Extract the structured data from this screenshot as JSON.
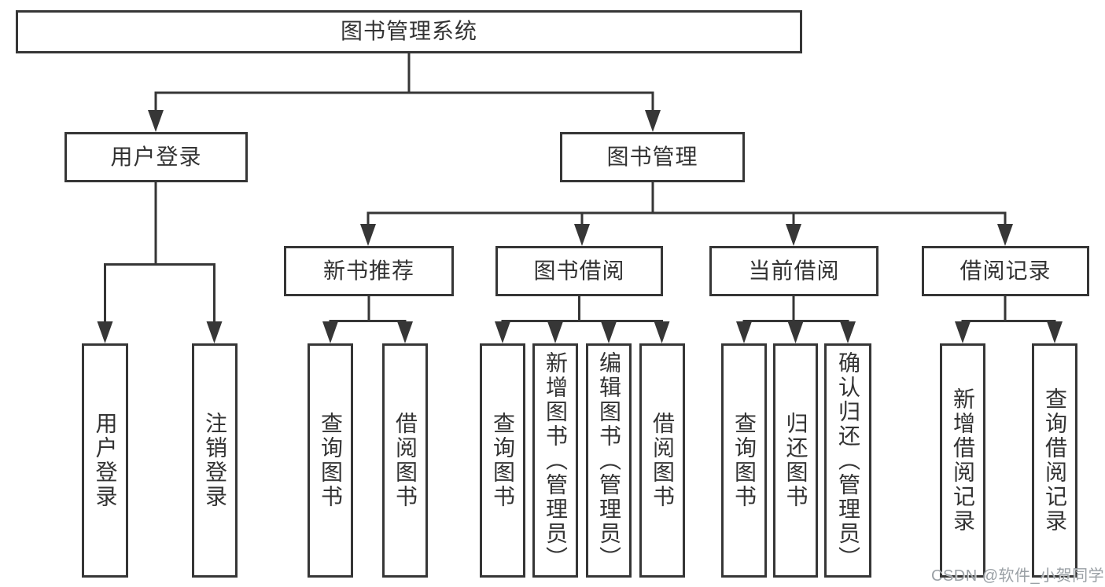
{
  "tree": {
    "label": "图书管理系统",
    "children": [
      {
        "label": "用户登录",
        "children": [
          {
            "label": "用户登录"
          },
          {
            "label": "注销登录"
          }
        ]
      },
      {
        "label": "图书管理",
        "children": [
          {
            "label": "新书推荐",
            "children": [
              {
                "label": "查询图书"
              },
              {
                "label": "借阅图书"
              }
            ]
          },
          {
            "label": "图书借阅",
            "children": [
              {
                "label": "查询图书"
              },
              {
                "label": "新增图书（管理员）"
              },
              {
                "label": "编辑图书（管理员）"
              },
              {
                "label": "借阅图书"
              }
            ]
          },
          {
            "label": "当前借阅",
            "children": [
              {
                "label": "查询图书"
              },
              {
                "label": "归还图书"
              },
              {
                "label": "确认归还（管理员）"
              }
            ]
          },
          {
            "label": "借阅记录",
            "children": [
              {
                "label": "新增借阅记录"
              },
              {
                "label": "查询借阅记录"
              }
            ]
          }
        ]
      }
    ]
  },
  "watermark": {
    "text": "CSDN @软件_小贺同学"
  },
  "colors": {
    "line": "#363636",
    "box_border": "#363636",
    "box_fill": "#ffffff",
    "text": "#333333",
    "watermark": "#9aa0a5",
    "background": "#ffffff"
  }
}
